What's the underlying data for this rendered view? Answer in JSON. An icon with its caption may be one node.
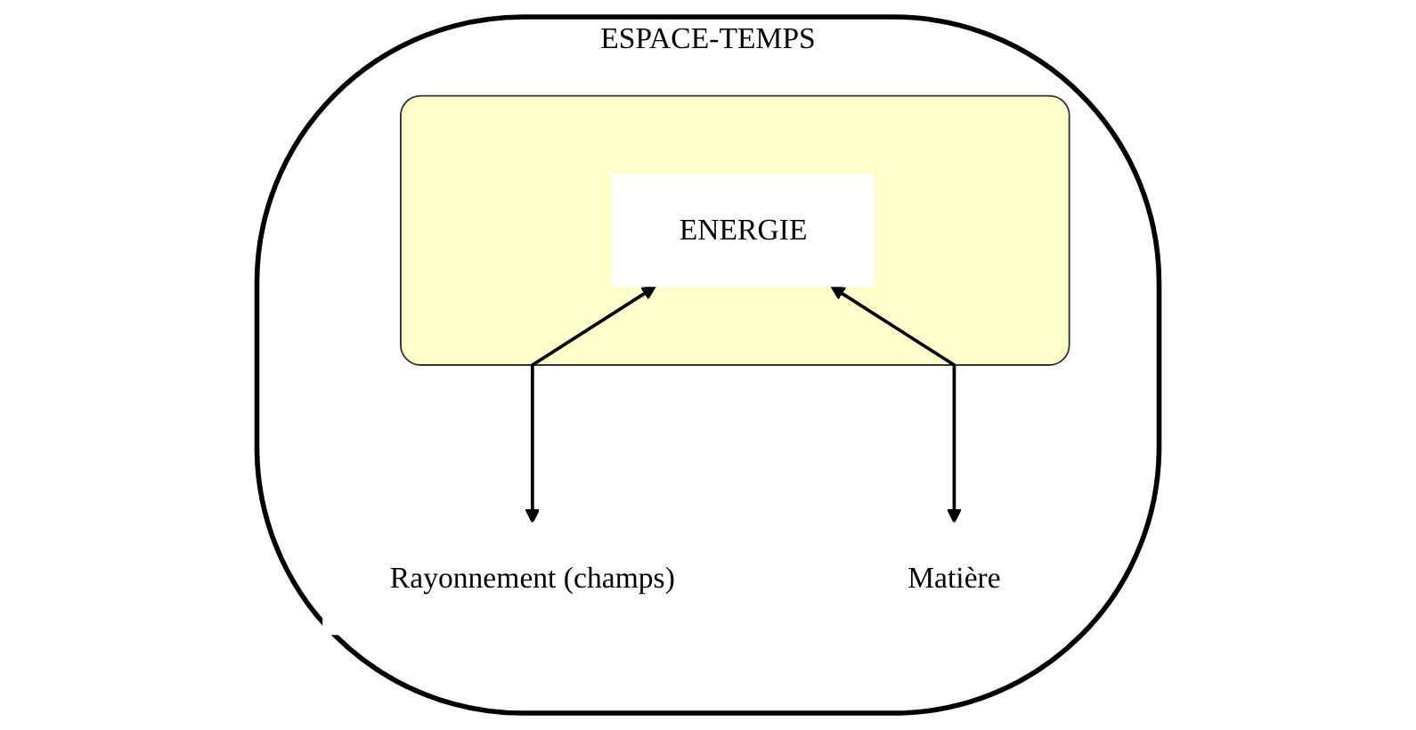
{
  "diagram": {
    "nodes": [
      {
        "text": [
          "ESPACE-TEMPS"
        ]
      },
      {
        "text": [],
        "shape": "box",
        "in": 0
      },
      {
        "text": [
          "ENERGIE"
        ],
        "in": 1
      },
      {
        "text": [
          "Rayonnement (champs)"
        ],
        "in": 0
      },
      {
        "text": [
          "Matière"
        ],
        "in": 0
      }
    ],
    "edges": [
      {
        "from": 2,
        "to": 3,
        "arrow": "both"
      },
      {
        "from": 2,
        "to": 4,
        "arrow": "both"
      }
    ]
  }
}
